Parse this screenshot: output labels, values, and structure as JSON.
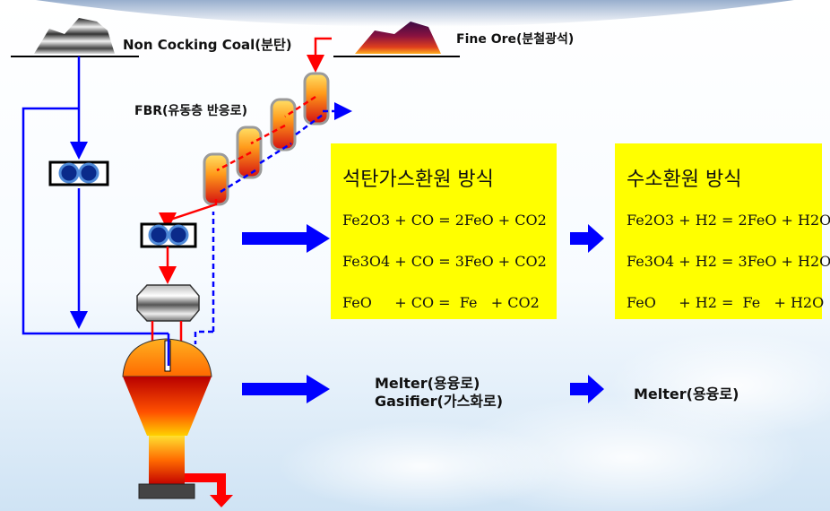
{
  "labels": {
    "coal": "Non Cocking Coal(분탄)",
    "ore": "Fine Ore(분철광석)",
    "fbr": "FBR(유동층  반응로)",
    "melter_gasifier_line1": "Melter(용융로)",
    "melter_gasifier_line2": "Gasifier(가스화로)",
    "melter": "Melter(용융로)"
  },
  "coal_gas_box": {
    "title": "석탄가스환원 방식",
    "equations": [
      "Fe2O3 + CO = 2FeO + CO2",
      "Fe3O4 + CO = 3FeO + CO2",
      "FeO     + CO =  Fe   + CO2"
    ]
  },
  "hydrogen_box": {
    "title": "수소환원 방식",
    "equations": [
      "Fe2O3 + H2 = 2FeO + H2O",
      "Fe3O4 + H2 = 3FeO + H2O",
      "FeO     + H2 =  Fe   + H2O"
    ]
  },
  "colors": {
    "box_fill": "#ffff00",
    "gas_line": "#0000ff",
    "solid_line": "#ff0000",
    "arrow_fill": "#0000ff"
  }
}
